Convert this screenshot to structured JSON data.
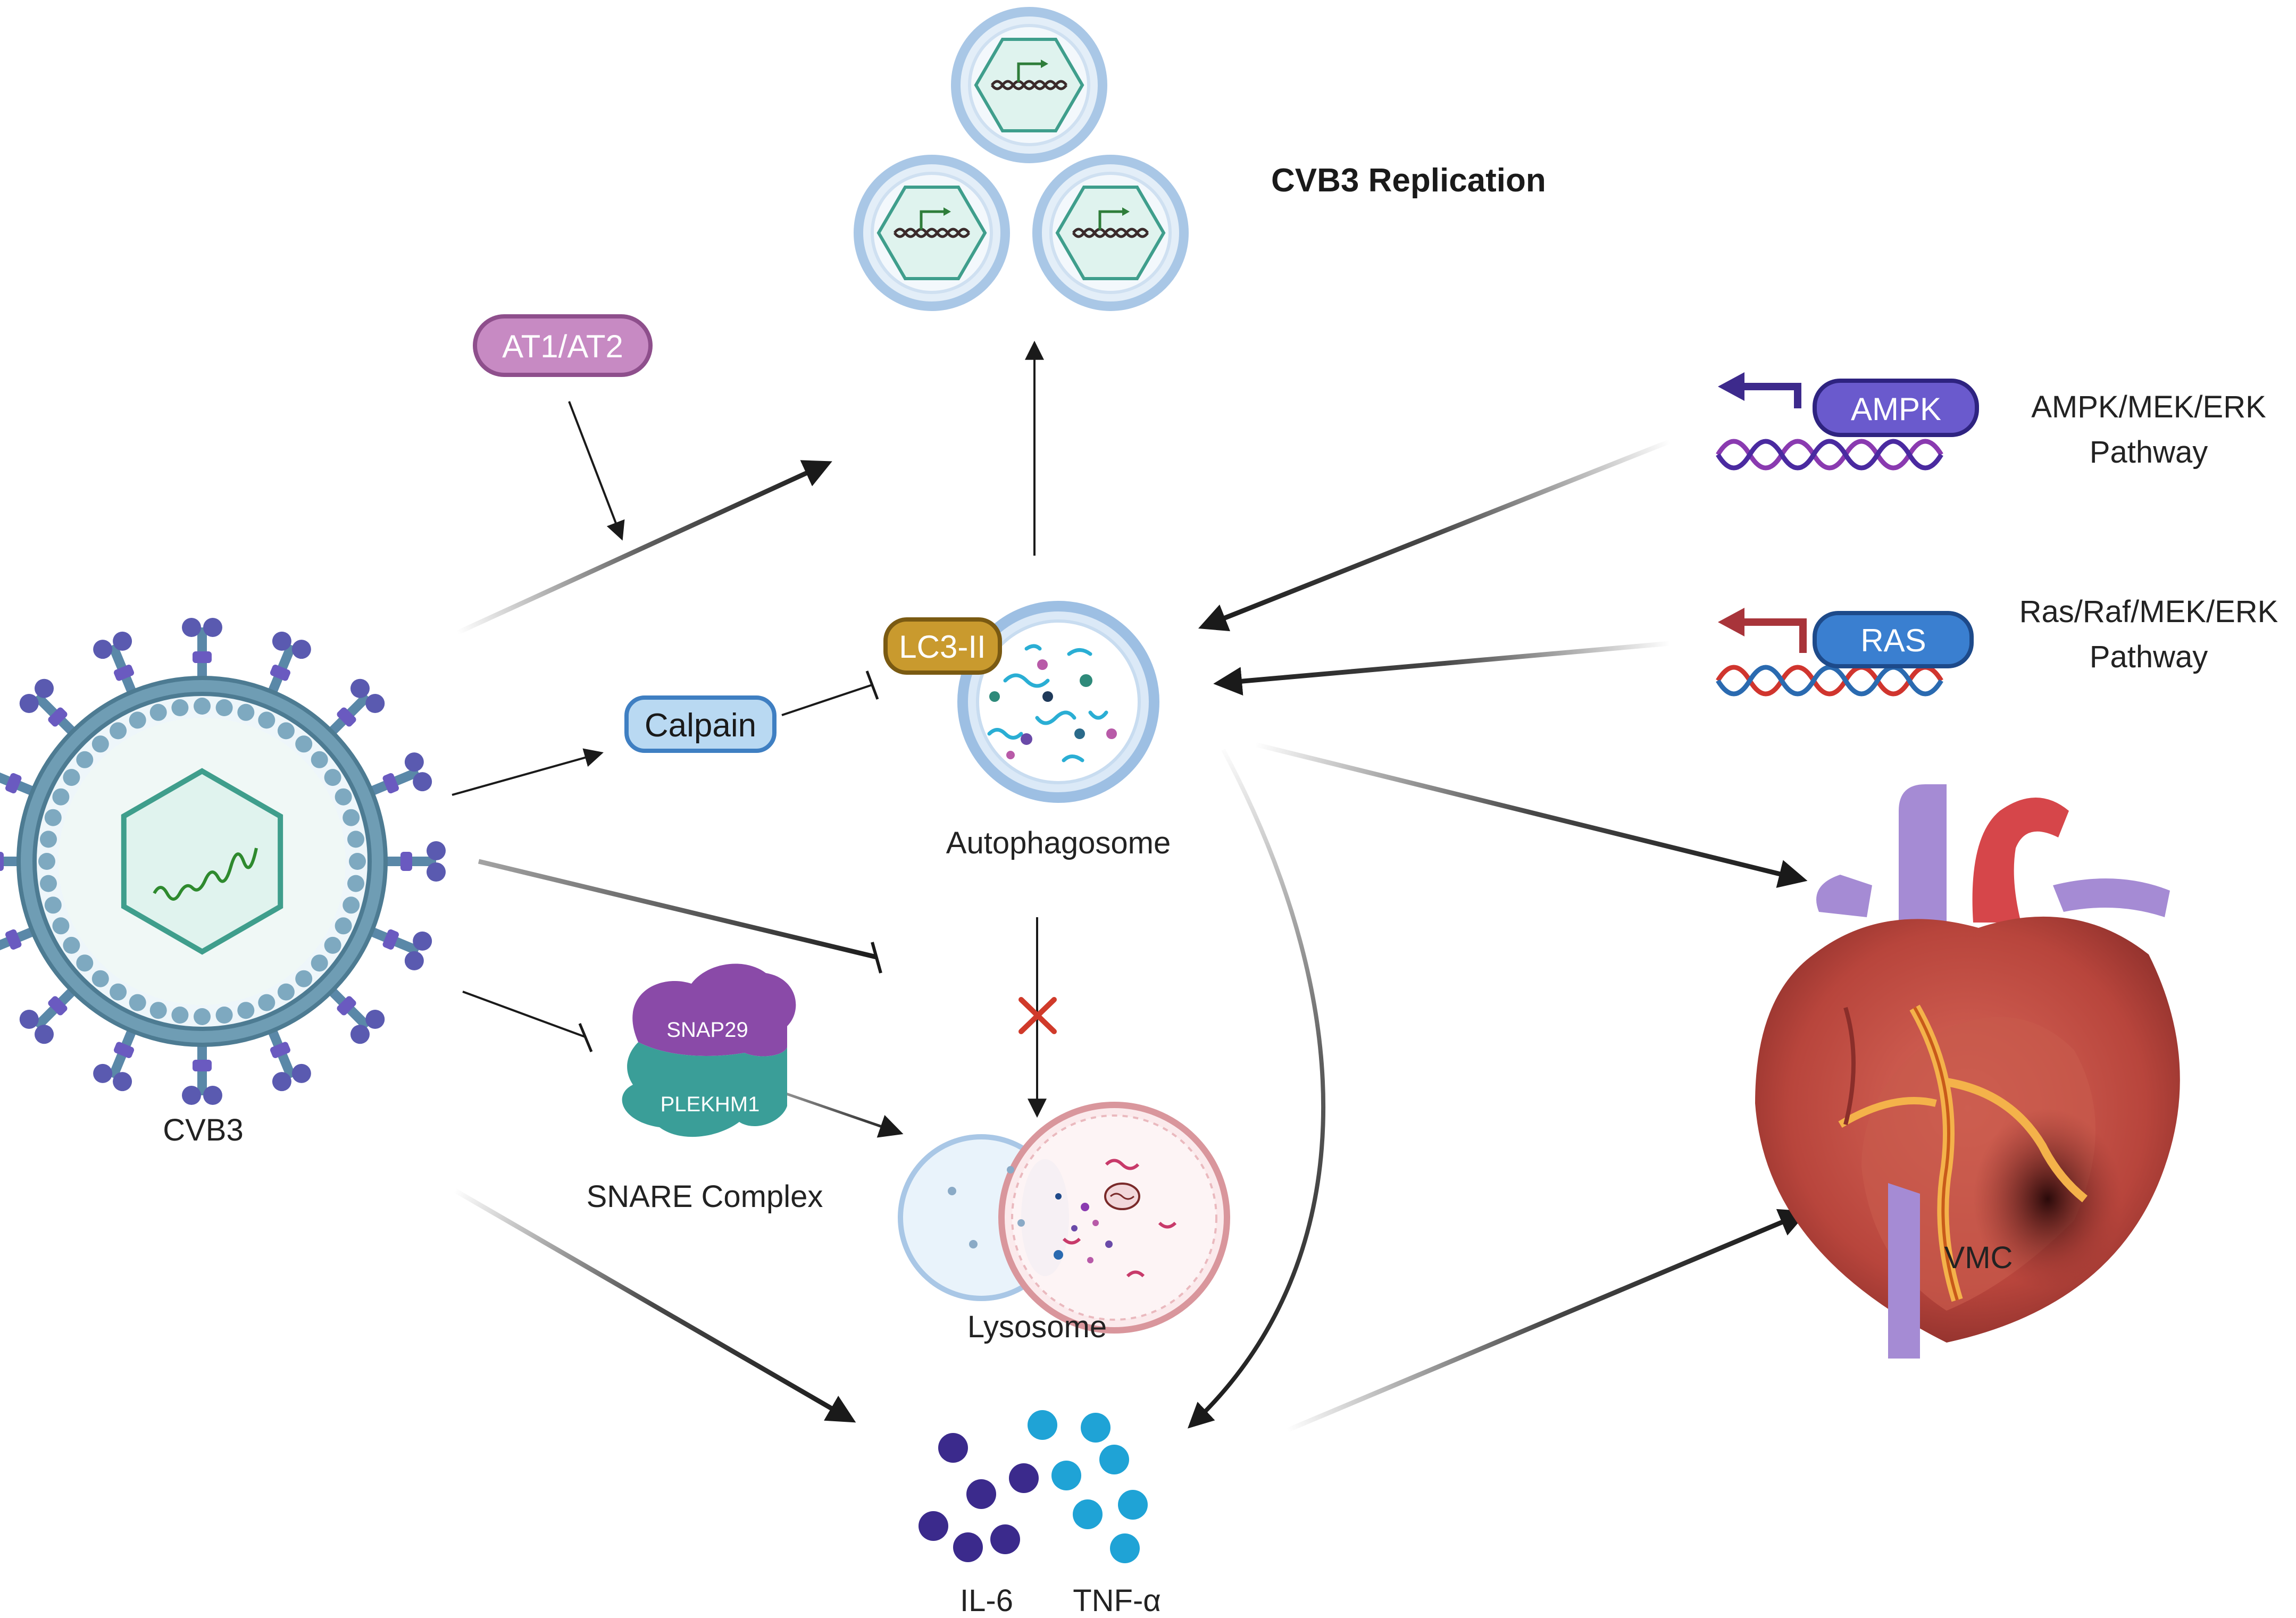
{
  "labels": {
    "replication": "CVB3 Replication",
    "at": "AT1/AT2",
    "calpain": "Calpain",
    "lc3": "LC3-II",
    "autophagosome": "Autophagosome",
    "lysosome": "Lysosome",
    "snare": "SNARE Complex",
    "snap29": "SNAP29",
    "plekhm1": "PLEKHM1",
    "cvb3": "CVB3",
    "ampk": "AMPK",
    "ampk_path_1": "AMPK/MEK/ERK",
    "ampk_path_2": "Pathway",
    "ras": "RAS",
    "ras_path_1": "Ras/Raf/MEK/ERK",
    "ras_path_2": "Pathway",
    "vmc": "VMC",
    "il6": "IL-6",
    "tnf": "TNF-α"
  },
  "colors": {
    "arrow": "#1a1a1a",
    "at_pill": "#c78ac3",
    "calpain_pill": "#b9d9f2",
    "lc3_pill": "#c99a2e",
    "ampk_pill": "#6a5acd",
    "ras_pill": "#3a7fd0",
    "il6_dot": "#3b2a8c",
    "tnf_dot": "#1fa3d6",
    "inhibit_cross": "#d03a2a"
  },
  "icons": [
    "virus-icon",
    "vesicle-icon",
    "autophagosome-icon",
    "lysosome-icon",
    "heart-icon",
    "dna-icon",
    "snare-icon",
    "cytokine-icon"
  ]
}
